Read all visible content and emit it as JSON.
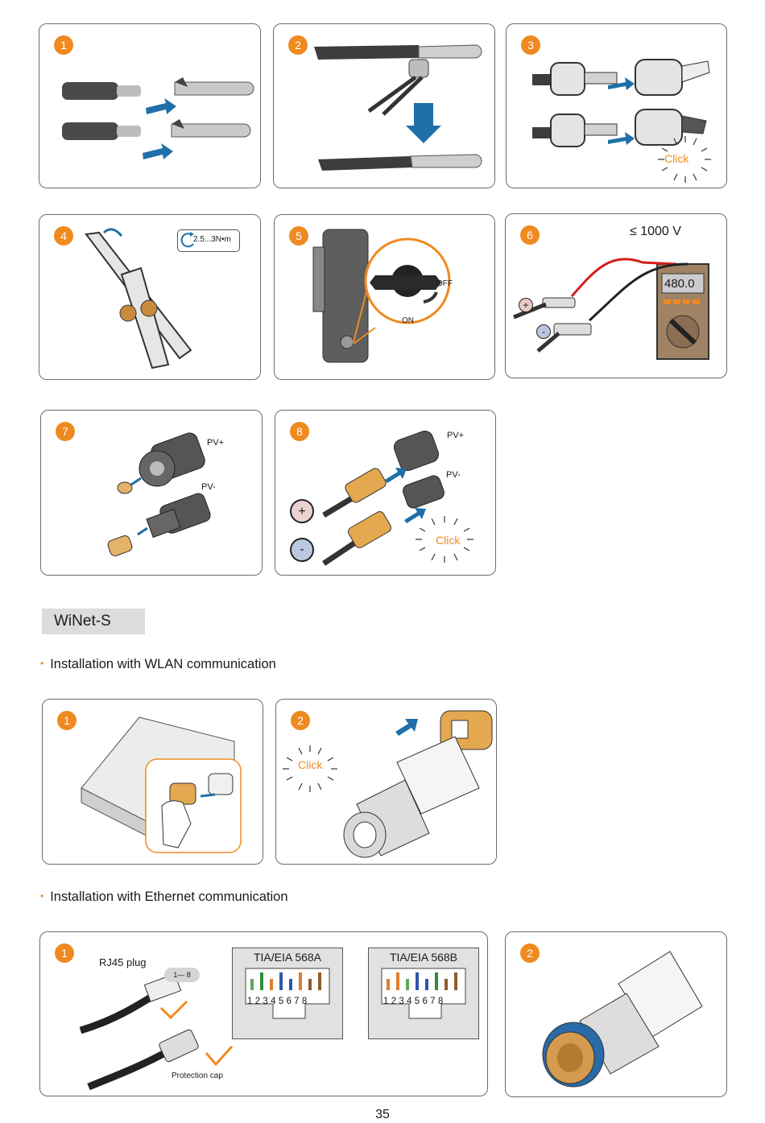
{
  "dc_steps": {
    "step1": "1",
    "step2": "2",
    "step3": "3",
    "step4": "4",
    "step5": "5",
    "step6": "6",
    "step7": "7",
    "step8": "8",
    "click_label": "Click",
    "torque_label": "2.5...3N•m",
    "switch_off_label": "OFF",
    "switch_on_label": "ON",
    "voltage_label": "≤ 1000 V",
    "meter_reading": "480.0",
    "plus_symbol": "+",
    "minus_symbol": "-",
    "pv_plus_label": "PV+",
    "pv_minus_label": "PV-"
  },
  "winet": {
    "section_title": "WiNet-S",
    "wlan_heading": "Installation with WLAN communication",
    "ethernet_heading": "Installation with Ethernet communication",
    "wlan_step1": "1",
    "wlan_step2": "2",
    "eth_step1": "1",
    "eth_step2": "2",
    "rj45_label": "RJ45 plug",
    "pin_range_label": "1— 8",
    "protection_cap_label": "Protection cap",
    "tia_a_title": "TIA/EIA 568A",
    "tia_b_title": "TIA/EIA 568B",
    "pin_digits": "12345678"
  },
  "colors": {
    "accent_orange": "#ef8a21",
    "arrow_blue": "#1f6fa8"
  },
  "page": {
    "number": "35"
  }
}
